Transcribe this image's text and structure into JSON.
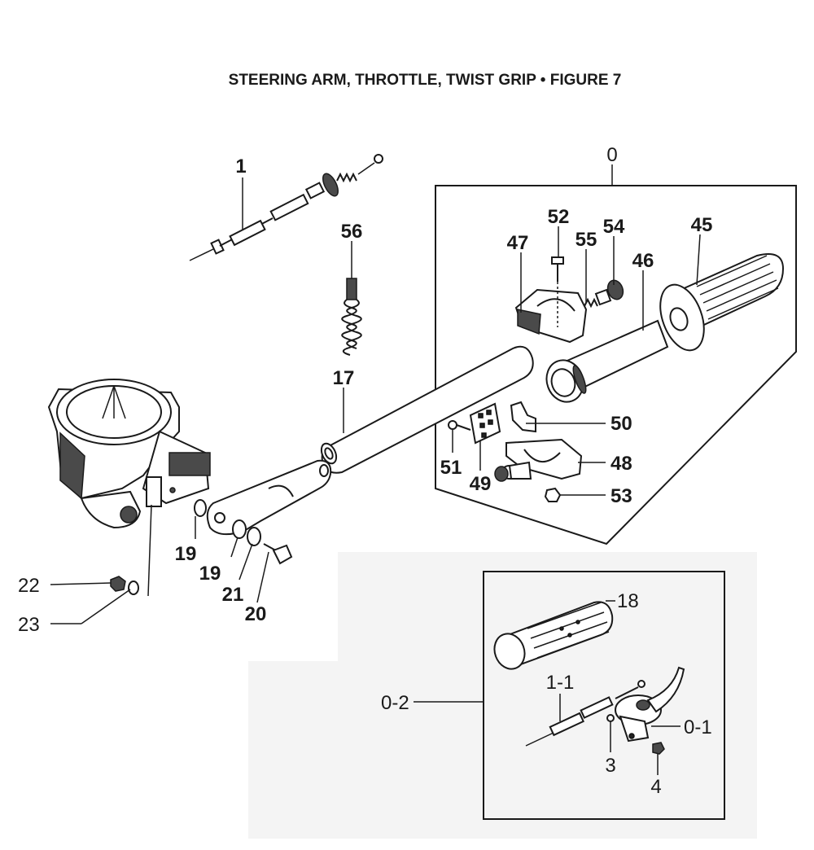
{
  "title": "STEERING ARM, THROTTLE, TWIST GRIP •  FIGURE  7",
  "callouts": {
    "c0": "0",
    "c1": "1",
    "c56": "56",
    "c52": "52",
    "c54": "54",
    "c45": "45",
    "c47": "47",
    "c55": "55",
    "c46": "46",
    "c17": "17",
    "c50": "50",
    "c51": "51",
    "c49": "49",
    "c48": "48",
    "c53": "53",
    "c19a": "19",
    "c19b": "19",
    "c21": "21",
    "c20": "20",
    "c22": "22",
    "c23": "23",
    "c18": "18",
    "c0_2": "0-2",
    "c1_1": "1-1",
    "c0_1": "0-1",
    "c3": "3",
    "c4": "4"
  }
}
